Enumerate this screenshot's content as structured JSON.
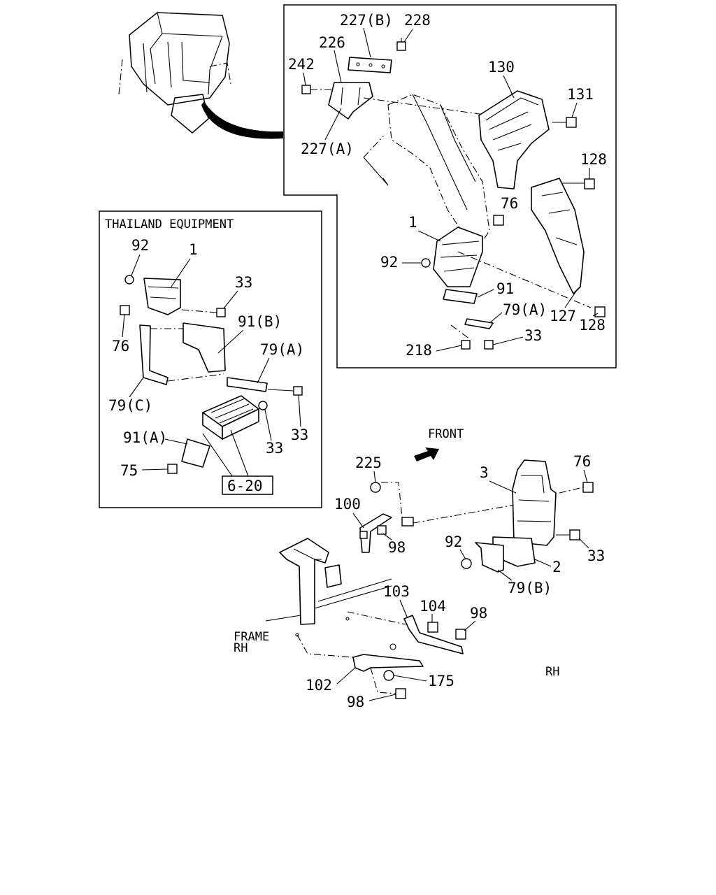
{
  "inset_thailand": {
    "title": "THAILAND EQUIPMENT",
    "labels": [
      "92",
      "1",
      "33",
      "76",
      "91(B)",
      "79(A)",
      "79(C)",
      "33",
      "91(A)",
      "33",
      "75"
    ],
    "ref_box": "6-20"
  },
  "inset_detail": {
    "labels": [
      "227(B)",
      "228",
      "226",
      "242",
      "227(A)",
      "130",
      "131",
      "128",
      "76",
      "1",
      "92",
      "91",
      "79(A)",
      "33",
      "218",
      "127",
      "128"
    ]
  },
  "main": {
    "front_label": "FRONT",
    "frame_label": [
      "FRAME",
      "RH"
    ],
    "side_label": "RH",
    "labels": [
      "225",
      "3",
      "76",
      "100",
      "98",
      "92",
      "33",
      "2",
      "79(B)",
      "103",
      "104",
      "98",
      "175",
      "102",
      "98"
    ]
  }
}
